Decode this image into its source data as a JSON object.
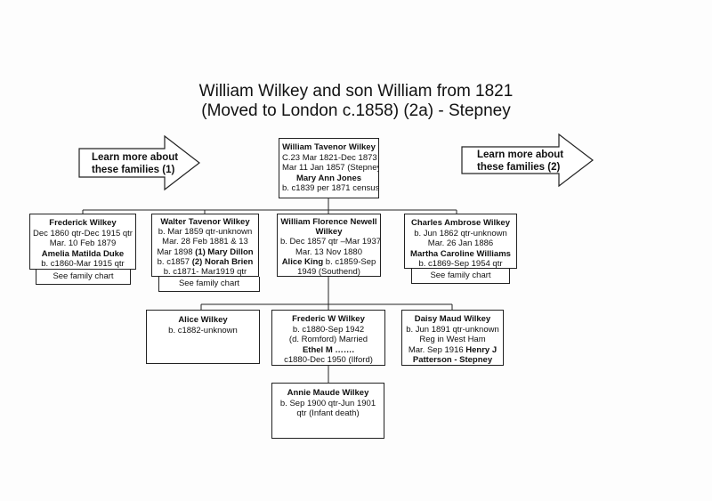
{
  "title": {
    "line1": "William Wilkey and son William from 1821",
    "line2": "(Moved to London c.1858) (2a) - Stepney"
  },
  "arrows": {
    "left": {
      "line1": "Learn more about",
      "line2": "these families (1)"
    },
    "right": {
      "line1": "Learn more about",
      "line2": "these families (2)"
    }
  },
  "root": {
    "name": "William Tavenor Wilkey",
    "line2": "C.23 Mar 1821-Dec 1873",
    "line3": "Mar 11 Jan 1857 (Stepney)",
    "spouse": "Mary Ann Jones",
    "line5": "b. c1839 per 1871 census"
  },
  "children": {
    "frederick": {
      "name": "Frederick Wilkey",
      "line2": "Dec 1860 qtr-Dec 1915 qtr",
      "line3": "Mar. 10 Feb 1879",
      "spouse": "Amelia Matilda Duke",
      "line5": "b. c1860-Mar 1915 qtr",
      "chart": "See family chart"
    },
    "walter": {
      "name": "Walter Tavenor Wilkey",
      "line2": "b. Mar 1859 qtr-unknown",
      "line3": "Mar. 28 Feb 1881 & 13",
      "line4a": "Mar 1898 ",
      "line4b": "(1) Mary Dillon",
      "line5a": "b. c1857 ",
      "line5b": "(2) Norah Brien",
      "line6": "b. c1871- Mar1919 qtr",
      "chart": "See family chart"
    },
    "william": {
      "name1": "William Florence Newell",
      "name2": "Wilkey",
      "line3": "b. Dec 1857 qtr –Mar 1937",
      "line4": "Mar. 13 Nov 1880",
      "line5a": "Alice King",
      "line5b": " b. c1859-Sep",
      "line6": "1949 (Southend)"
    },
    "charles": {
      "name": "Charles Ambrose Wilkey",
      "line2": "b. Jun 1862 qtr-unknown",
      "line3": "Mar. 26 Jan 1886",
      "spouse": "Martha Caroline Williams",
      "line5": "b. c1869-Sep 1954 qtr",
      "chart": "See family chart"
    }
  },
  "grandchildren": {
    "alice": {
      "name": "Alice Wilkey",
      "line2": "b. c1882-unknown"
    },
    "frederic": {
      "name": "Frederic W Wilkey",
      "line2": "b. c1880-Sep 1942",
      "line3": "(d. Romford) Married",
      "spouse": "Ethel M …….",
      "line5": "c1880-Dec 1950 (Ilford)"
    },
    "daisy": {
      "name": "Daisy Maud Wilkey",
      "line2": "b. Jun 1891 qtr-unknown",
      "line3": "Reg in West Ham",
      "line4a": "Mar. Sep 1916 ",
      "line4b": "Henry J",
      "line5": "Patterson",
      "line5b": " - Stepney"
    },
    "annie": {
      "name": "Annie Maude Wilkey",
      "line2": "b. Sep 1900 qtr-Jun 1901",
      "line3": "qtr (Infant death)"
    }
  }
}
